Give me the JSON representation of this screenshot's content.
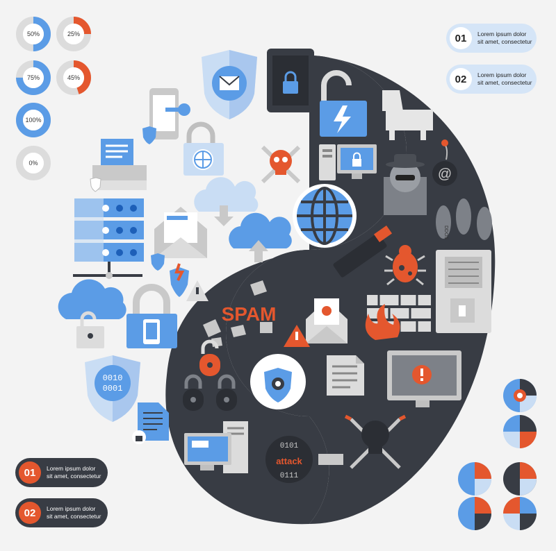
{
  "colors": {
    "dark": "#383c44",
    "blue": "#5b9ce6",
    "light_blue": "#c9ddf4",
    "orange": "#e4572e",
    "gray": "#dcdcdc"
  },
  "progress": [
    {
      "label": "50%",
      "value": 0.5,
      "color": "#5b9ce6"
    },
    {
      "label": "25%",
      "value": 0.25,
      "color": "#e4572e"
    },
    {
      "label": "75%",
      "value": 0.75,
      "color": "#5b9ce6"
    },
    {
      "label": "45%",
      "value": 0.45,
      "color": "#e4572e"
    },
    {
      "label": "100%",
      "value": 1.0,
      "color": "#5b9ce6"
    },
    {
      "label": "0%",
      "value": 0.0,
      "color": "#5b9ce6"
    }
  ],
  "pills_top": [
    {
      "num": "01",
      "line1": "Lorem ipsum dolor",
      "line2": "sit amet, consectetur"
    },
    {
      "num": "02",
      "line1": "Lorem ipsum dolor",
      "line2": "sit amet, consectetur"
    }
  ],
  "pills_bottom": [
    {
      "num": "01",
      "line1": "Lorem ipsum dolor",
      "line2": "sit amet, consectetur"
    },
    {
      "num": "02",
      "line1": "Lorem ipsum dolor",
      "line2": "sit amet, consectetur"
    }
  ],
  "spam_text": "SPAM",
  "attack_text": "attack",
  "binary_shield": [
    "0010",
    "0001"
  ],
  "binary_attack": [
    "0101",
    "0111"
  ],
  "ddos_label": "DDOS",
  "at_sign": "@",
  "icons": [
    "envelope-shield-icon",
    "tablet-lock-icon",
    "open-padlock-icon",
    "trojan-horse-icon",
    "phone-key-icon",
    "globe-padlock-icon",
    "skull-crossbones-icon",
    "computer-lock-icon",
    "hacker-icon",
    "bomb-icon",
    "printer-icon",
    "cloud-download-icon",
    "email-icon",
    "cloud-upload-icon",
    "globe-icon",
    "ddos-missiles-icon",
    "server-rack-icon",
    "usb-drive-icon",
    "bug-icon",
    "tower-pc-icon",
    "cloud-lock-icon",
    "padlock-phone-icon",
    "shield-fire-icon",
    "firewall-icon",
    "envelope-bug-icon",
    "warning-icon",
    "shield-binary-icon",
    "shield-gear-icon",
    "document-icon",
    "monitor-alert-icon",
    "document-lock-icon",
    "padlocks-icon",
    "computer-desktop-icon",
    "attack-disk-icon",
    "skull-swords-icon",
    "pie-chart-icon"
  ]
}
